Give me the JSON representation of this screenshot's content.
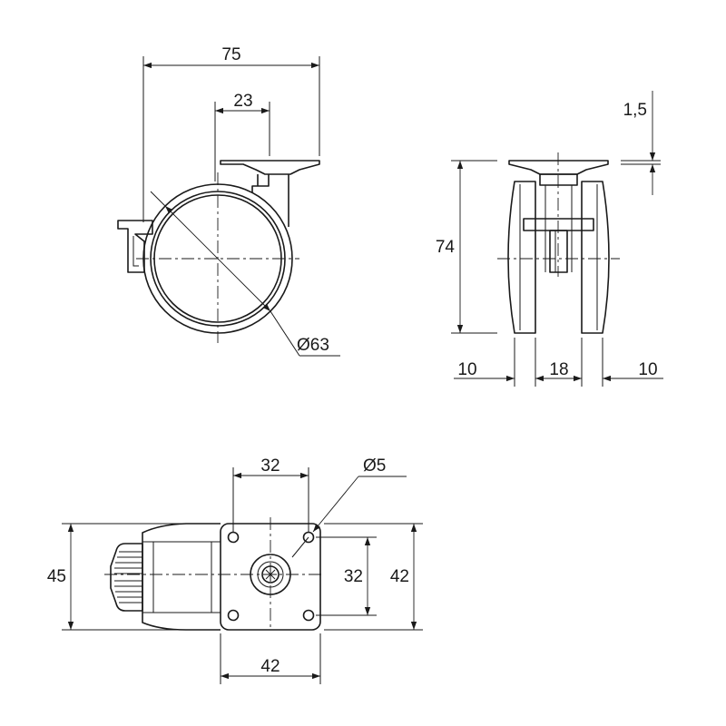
{
  "title": "",
  "side_view": {
    "overall_width": "75",
    "plate_offset": "23",
    "wheel_diameter": "Ø63"
  },
  "front_view": {
    "plate_thickness": "1,5",
    "overall_height": "74",
    "left_wheel_width": "10",
    "center_gap": "18",
    "right_wheel_width": "10"
  },
  "top_view": {
    "hole_spacing_x": "32",
    "hole_diameter": "Ø5",
    "overall_depth": "45",
    "hole_spacing_y": "32",
    "plate_height": "42",
    "plate_width": "42"
  }
}
